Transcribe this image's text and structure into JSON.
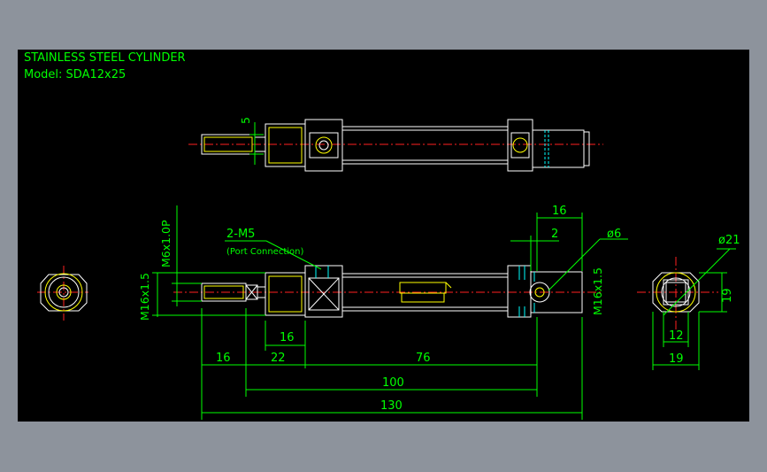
{
  "title_block": {
    "title": "STAINLESS  STEEL  CYLINDER",
    "model": "Model:  SDA12x25"
  },
  "dimensions": {
    "top_5": "5",
    "d16_a": "16",
    "d2": "2",
    "phi6": "ø6",
    "phi21": "ø21",
    "m5": "2-M5",
    "port": "(Port Connection)",
    "m6": "M6x1.0P",
    "m16_left": "M16x1.5",
    "m16_right": "M16x1.5",
    "d16_b": "16",
    "d16_c": "16",
    "d22": "22",
    "d76": "76",
    "d100": "100",
    "d130": "130",
    "d19_right": "19",
    "d12": "12",
    "d19_bottom": "19"
  },
  "colors": {
    "background": "#000000",
    "frame": "#8d939c",
    "dimension": "#00ff00",
    "outline": "#ffffff",
    "centerline": "#ff2020",
    "hidden": "#00ffff",
    "thread": "#ffff00"
  }
}
